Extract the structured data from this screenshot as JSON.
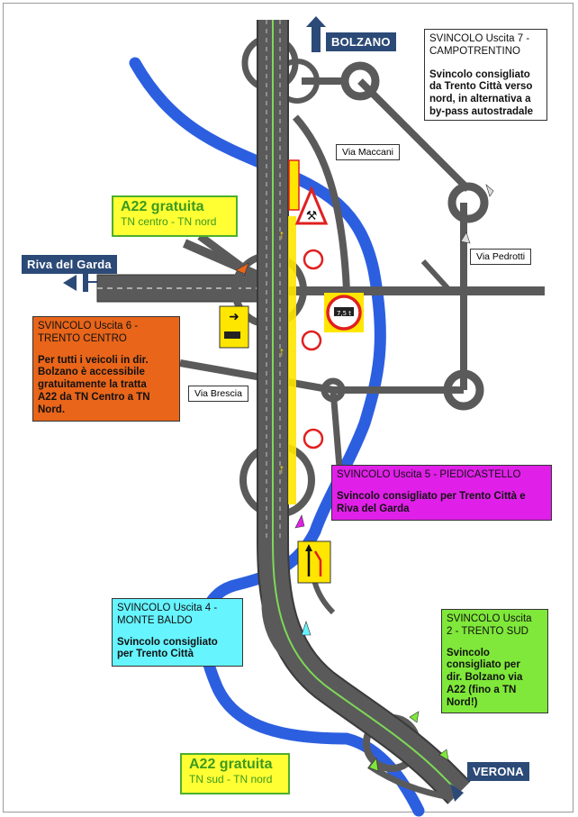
{
  "title_boxes": {
    "campotrentino": {
      "title": "SVINCOLO Uscita 7 -\nCAMPOTRENTINO",
      "body": "Svincolo consigliato\nda Trento Città verso\nnord, in alternativa a\nby-pass autostradale",
      "color": "#ffffff"
    },
    "trento_centro": {
      "title": "SVINCOLO Uscita 6 -\nTRENTO CENTRO",
      "body": "Per tutti i veicoli in dir.\nBolzano è accessibile\ngratuitamente la tratta\nA22 da TN Centro a TN\nNord.",
      "color": "#e8651a"
    },
    "piedicastello": {
      "title": "SVINCOLO Uscita 5 - PIEDICASTELLO",
      "body": "Svincolo consigliato per Trento Città e\nRiva del Garda",
      "color": "#e020e8"
    },
    "monte_baldo": {
      "title": "SVINCOLO Uscita 4 -\nMONTE BALDO",
      "body": "Svincolo consigliato\nper Trento Città",
      "color": "#66f4ff"
    },
    "trento_sud": {
      "title": "SVINCOLO Uscita\n2 - TRENTO SUD",
      "body": "Svincolo\nconsigliato per\ndir. Bolzano via\nA22 (fino a TN\nNord!)",
      "color": "#7fe83a"
    }
  },
  "destinations": {
    "bolzano": "BOLZANO",
    "riva": "Riva del Garda",
    "verona": "VERONA"
  },
  "streets": {
    "maccani": "Via Maccani",
    "pedrotti": "Via Pedrotti",
    "brescia": "Via Brescia"
  },
  "a22_free": [
    {
      "heading": "A22 gratuita",
      "sub": "TN centro - TN nord"
    },
    {
      "heading": "A22 gratuita",
      "sub": "TN sud - TN nord"
    }
  ],
  "signs": {
    "weight_limit": "7,5 t"
  },
  "colors": {
    "road": "#5a5a5a",
    "road_edge": "#3a3a3a",
    "river": "#2c5fe0",
    "center_line": "#7ed957",
    "work_zone": "#ffe600",
    "dest_tag": "#2c4a77"
  }
}
